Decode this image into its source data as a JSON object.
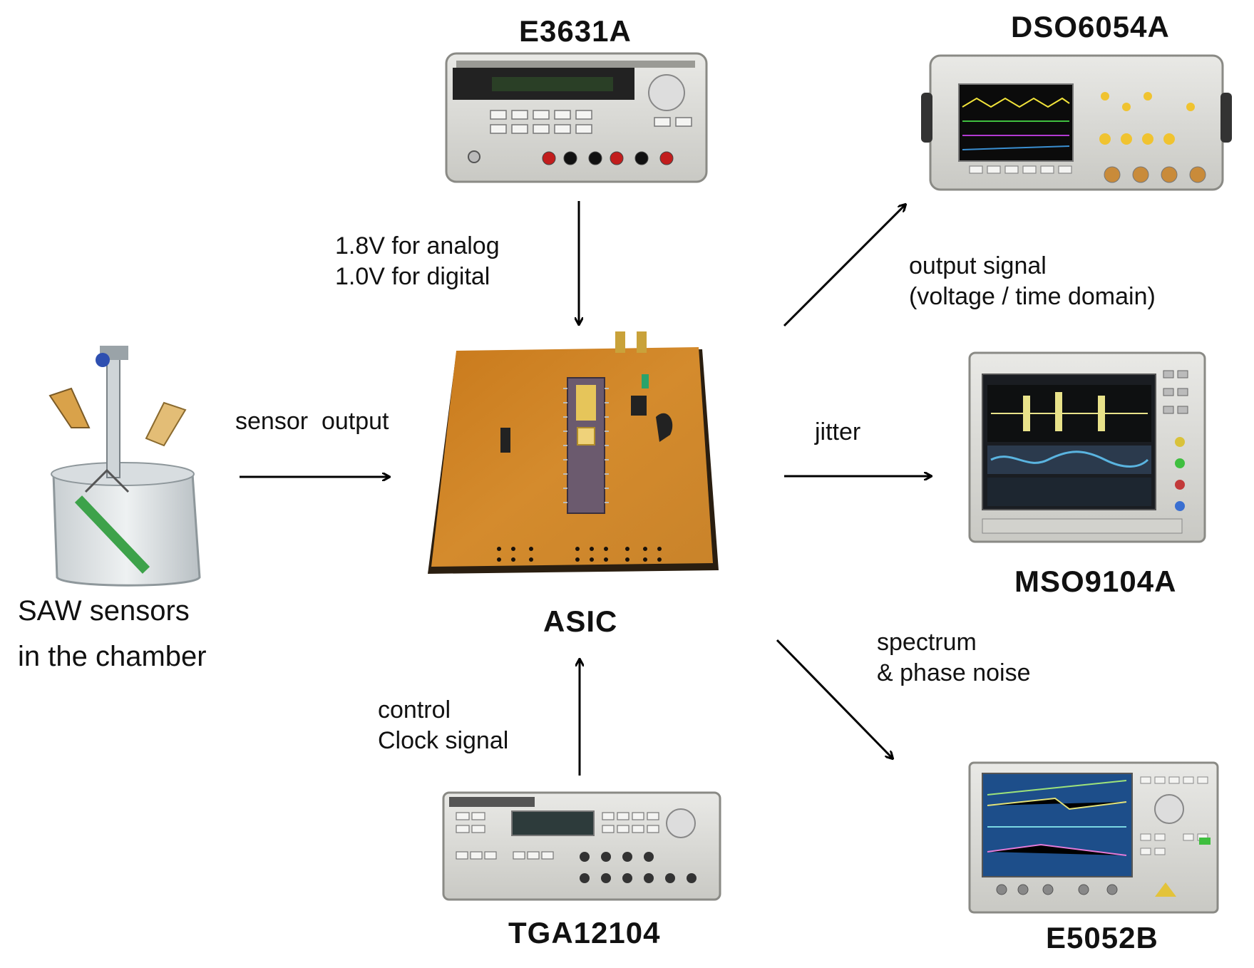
{
  "instruments": {
    "e3631a": "E3631A",
    "dso6054a": "DSO6054A",
    "mso9104a": "MSO9104A",
    "tga12104": "TGA12104",
    "e5052b": "E5052B"
  },
  "center": {
    "asic": "ASIC"
  },
  "sensor": {
    "line1": "SAW sensors",
    "line2": "in the chamber"
  },
  "edges": {
    "power": {
      "line1": "1.8V for analog",
      "line2": "1.0V for digital"
    },
    "sensor_output": "sensor  output",
    "output_signal": {
      "line1": "output signal",
      "line2": "(voltage / time domain)"
    },
    "jitter": "jitter",
    "spectrum": {
      "line1": "spectrum",
      "line2": "& phase noise"
    },
    "control": {
      "line1": "control",
      "line2": "Clock signal"
    }
  }
}
